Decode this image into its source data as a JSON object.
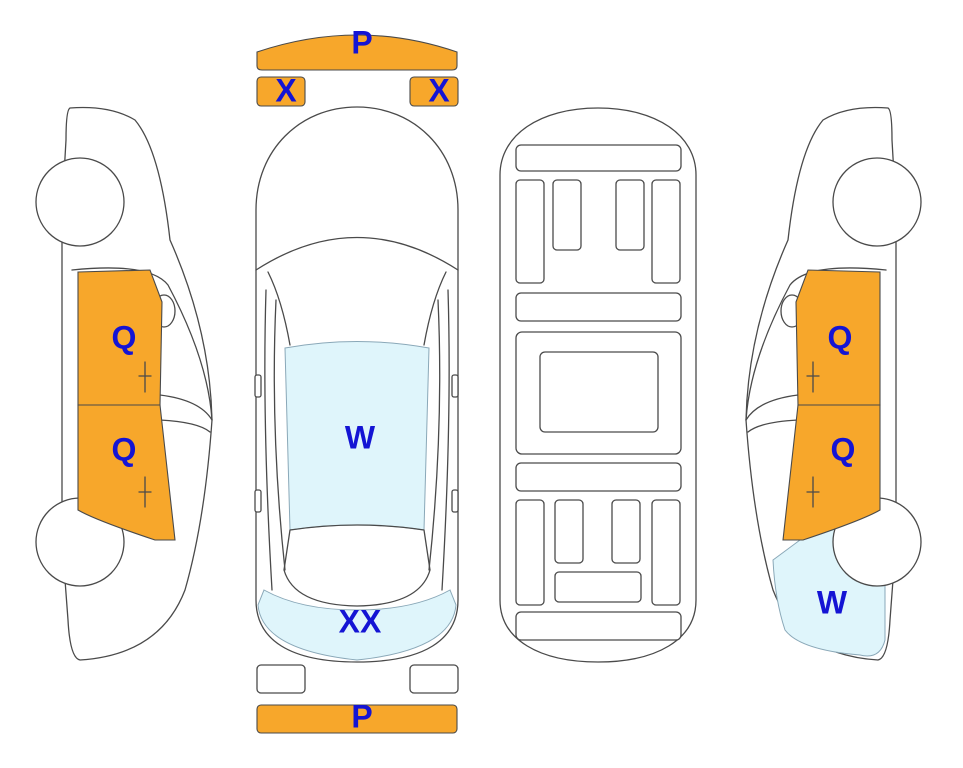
{
  "colors": {
    "orange_damage": "#f7a72b",
    "blue_damage": "#dff5fb",
    "outline": "#4a4a4a",
    "label": "#1414d4"
  },
  "marks": {
    "front_bumper": "P",
    "rear_bumper": "P",
    "left_headlight": "X",
    "right_headlight": "X",
    "left_front_door": "Q",
    "left_rear_door": "Q",
    "right_front_door": "Q",
    "right_rear_door": "Q",
    "windshield": "W",
    "rear_quarter_glass": "W",
    "rear_window": "XX"
  }
}
